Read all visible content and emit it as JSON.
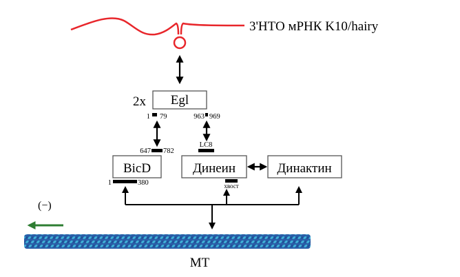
{
  "rna": {
    "label": "3'НТО мРНК K10/hairy",
    "color": "#e8262b"
  },
  "egl": {
    "label": "Egl",
    "multiplier": "2x",
    "left_start": "1",
    "left_end": "79",
    "right_start": "963",
    "right_end": "969"
  },
  "bicd": {
    "label": "BicD",
    "domain_start": "647",
    "domain_end": "782",
    "bottom_start": "1",
    "bottom_end": "380"
  },
  "dynein": {
    "label": "Динеин",
    "lc8": "LC8",
    "tail": "хвост"
  },
  "dynactin": {
    "label": "Динактин"
  },
  "microtubule": {
    "label": "МТ",
    "minus_end": "(−)",
    "arrow_color": "#2e7d32",
    "color_dark": "#2a5ea8",
    "color_light": "#3fb4d8"
  }
}
